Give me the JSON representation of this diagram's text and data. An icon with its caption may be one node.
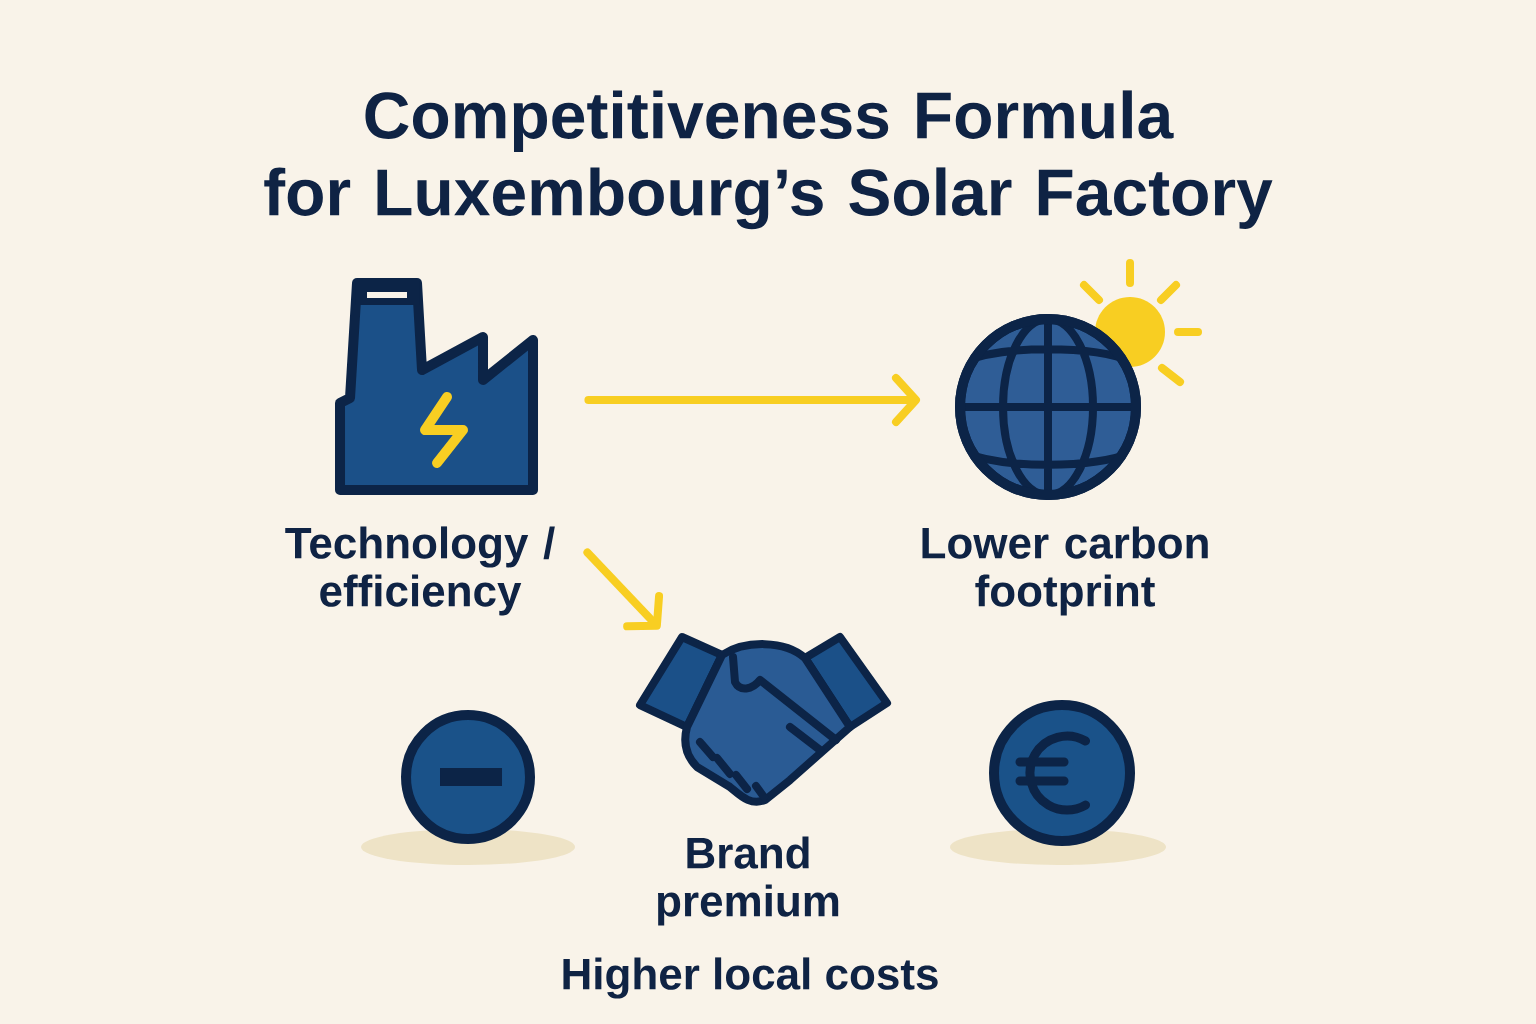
{
  "diagram": {
    "title": "Competitiveness Formula for Luxembourg’s Solar Factory",
    "nodes": [
      {
        "text": [],
        "shape": "picture",
        "beside": [
          "Technology / efficiency"
        ]
      },
      {
        "text": [],
        "shape": "circle",
        "beside": [
          "Lower carbon footprint"
        ]
      },
      {
        "text": [],
        "shape": "circle"
      },
      {
        "text": [],
        "shape": "picture",
        "beside": [
          "Brand premium"
        ]
      },
      {
        "text": [],
        "shape": "circle"
      }
    ],
    "edges": [
      {
        "from": 0,
        "to": 1,
        "arrow": "to"
      },
      {
        "from": 0,
        "to": 3,
        "arrow": "to"
      }
    ],
    "labels": [
      "Higher local costs"
    ]
  }
}
